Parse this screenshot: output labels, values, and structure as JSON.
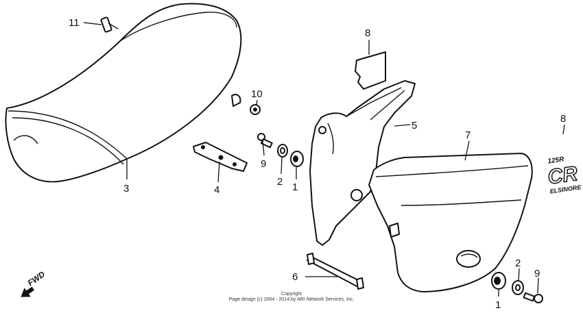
{
  "callouts": {
    "c11": "11",
    "c10": "10",
    "c8a": "8",
    "c5": "5",
    "c7": "7",
    "c8b": "8",
    "c3": "3",
    "c9a": "9",
    "c2a": "2",
    "c1a": "1",
    "c4": "4",
    "c6": "6",
    "c1b": "1",
    "c2b": "2",
    "c9b": "9"
  },
  "fwd_label": "FWD",
  "emblem": {
    "model": "125R",
    "letters": "CR",
    "name": "ELSINORE"
  },
  "copyright": {
    "line1": "Copyright",
    "line2": "Page design (c) 2004 - 2014 by ARI Network Services, Inc."
  }
}
